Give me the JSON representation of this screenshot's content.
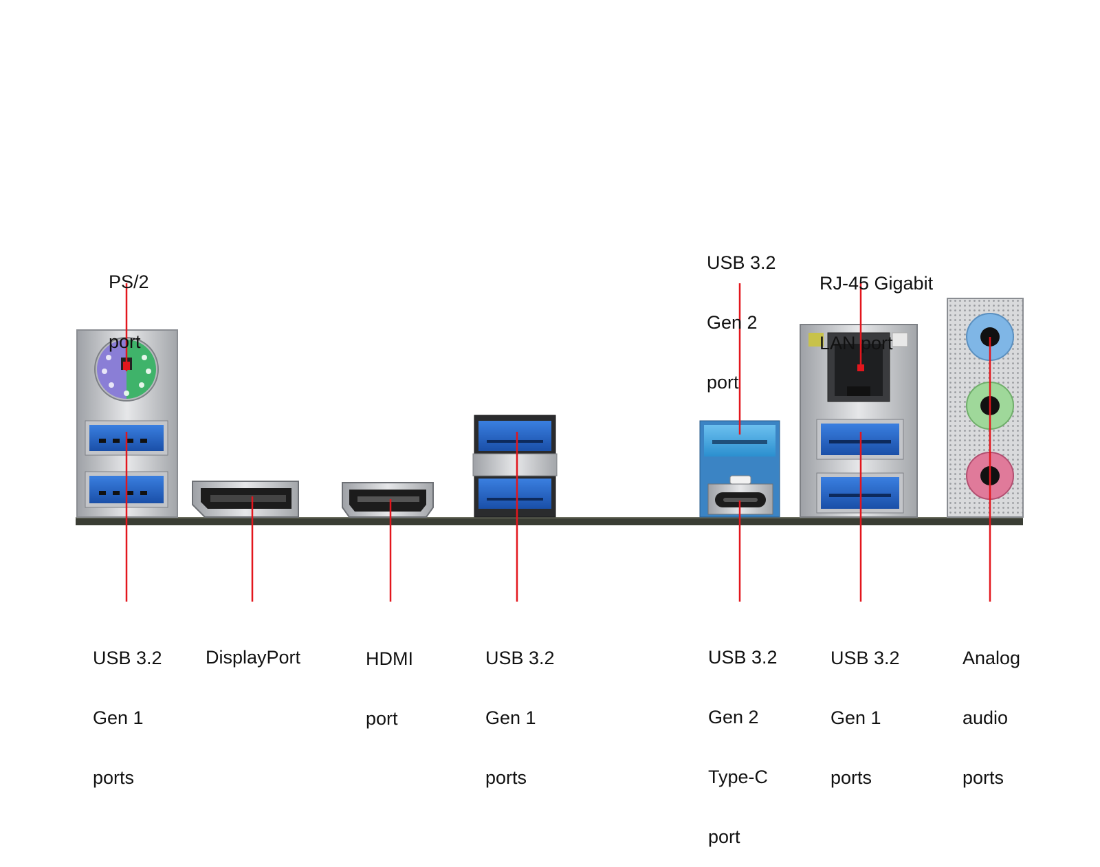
{
  "labels": {
    "ps2": [
      "PS/2",
      "port"
    ],
    "usb_gen2_top": [
      "USB 3.2",
      "Gen 2",
      "port"
    ],
    "rj45": [
      "RJ-45 Gigabit",
      "LAN port"
    ],
    "usb_gen1_left": [
      "USB 3.2",
      "Gen 1",
      "ports"
    ],
    "displayport": [
      "DisplayPort"
    ],
    "hdmi": [
      "HDMI",
      "port"
    ],
    "usb_gen1_mid": [
      "USB 3.2",
      "Gen 1",
      "ports"
    ],
    "usb_typec": [
      "USB 3.2",
      "Gen 2",
      "Type-C",
      "port"
    ],
    "usb_gen1_right": [
      "USB 3.2",
      "Gen 1",
      "ports"
    ],
    "audio": [
      "Analog",
      "audio",
      "ports"
    ]
  },
  "colors": {
    "leader": "#e3161d",
    "usb3_blue": "#1f5fc7",
    "usb_gen2_teal": "#3fa6e0",
    "ps2_purple": "#8a7ed6",
    "ps2_green": "#3fb36a",
    "audio_blue": "#7fb6e6",
    "audio_green": "#9fd89a",
    "audio_pink": "#e07a9a",
    "pcb": "#3a3d34",
    "shield": "#c9cbcf"
  }
}
